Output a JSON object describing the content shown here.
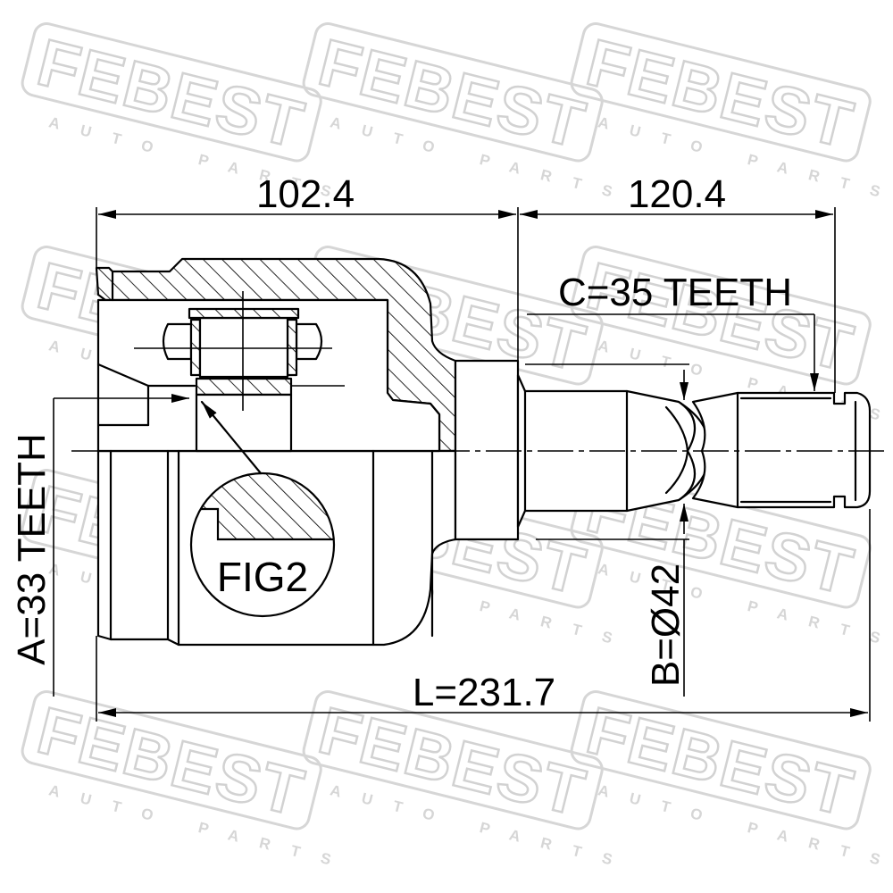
{
  "watermark": {
    "brand": "FEBEST",
    "tagline": "AUTO PARTS"
  },
  "dimensions": {
    "left_width": "102.4",
    "right_width": "120.4",
    "spline_c": "C=35 TEETH",
    "spline_a": "A=33 TEETH",
    "diameter_b": "B=Ø42",
    "total_length": "L=231.7"
  },
  "detail": {
    "label": "FIG2"
  },
  "colors": {
    "line": "#000000",
    "watermark": "#d2d2d2",
    "background": "#ffffff"
  }
}
